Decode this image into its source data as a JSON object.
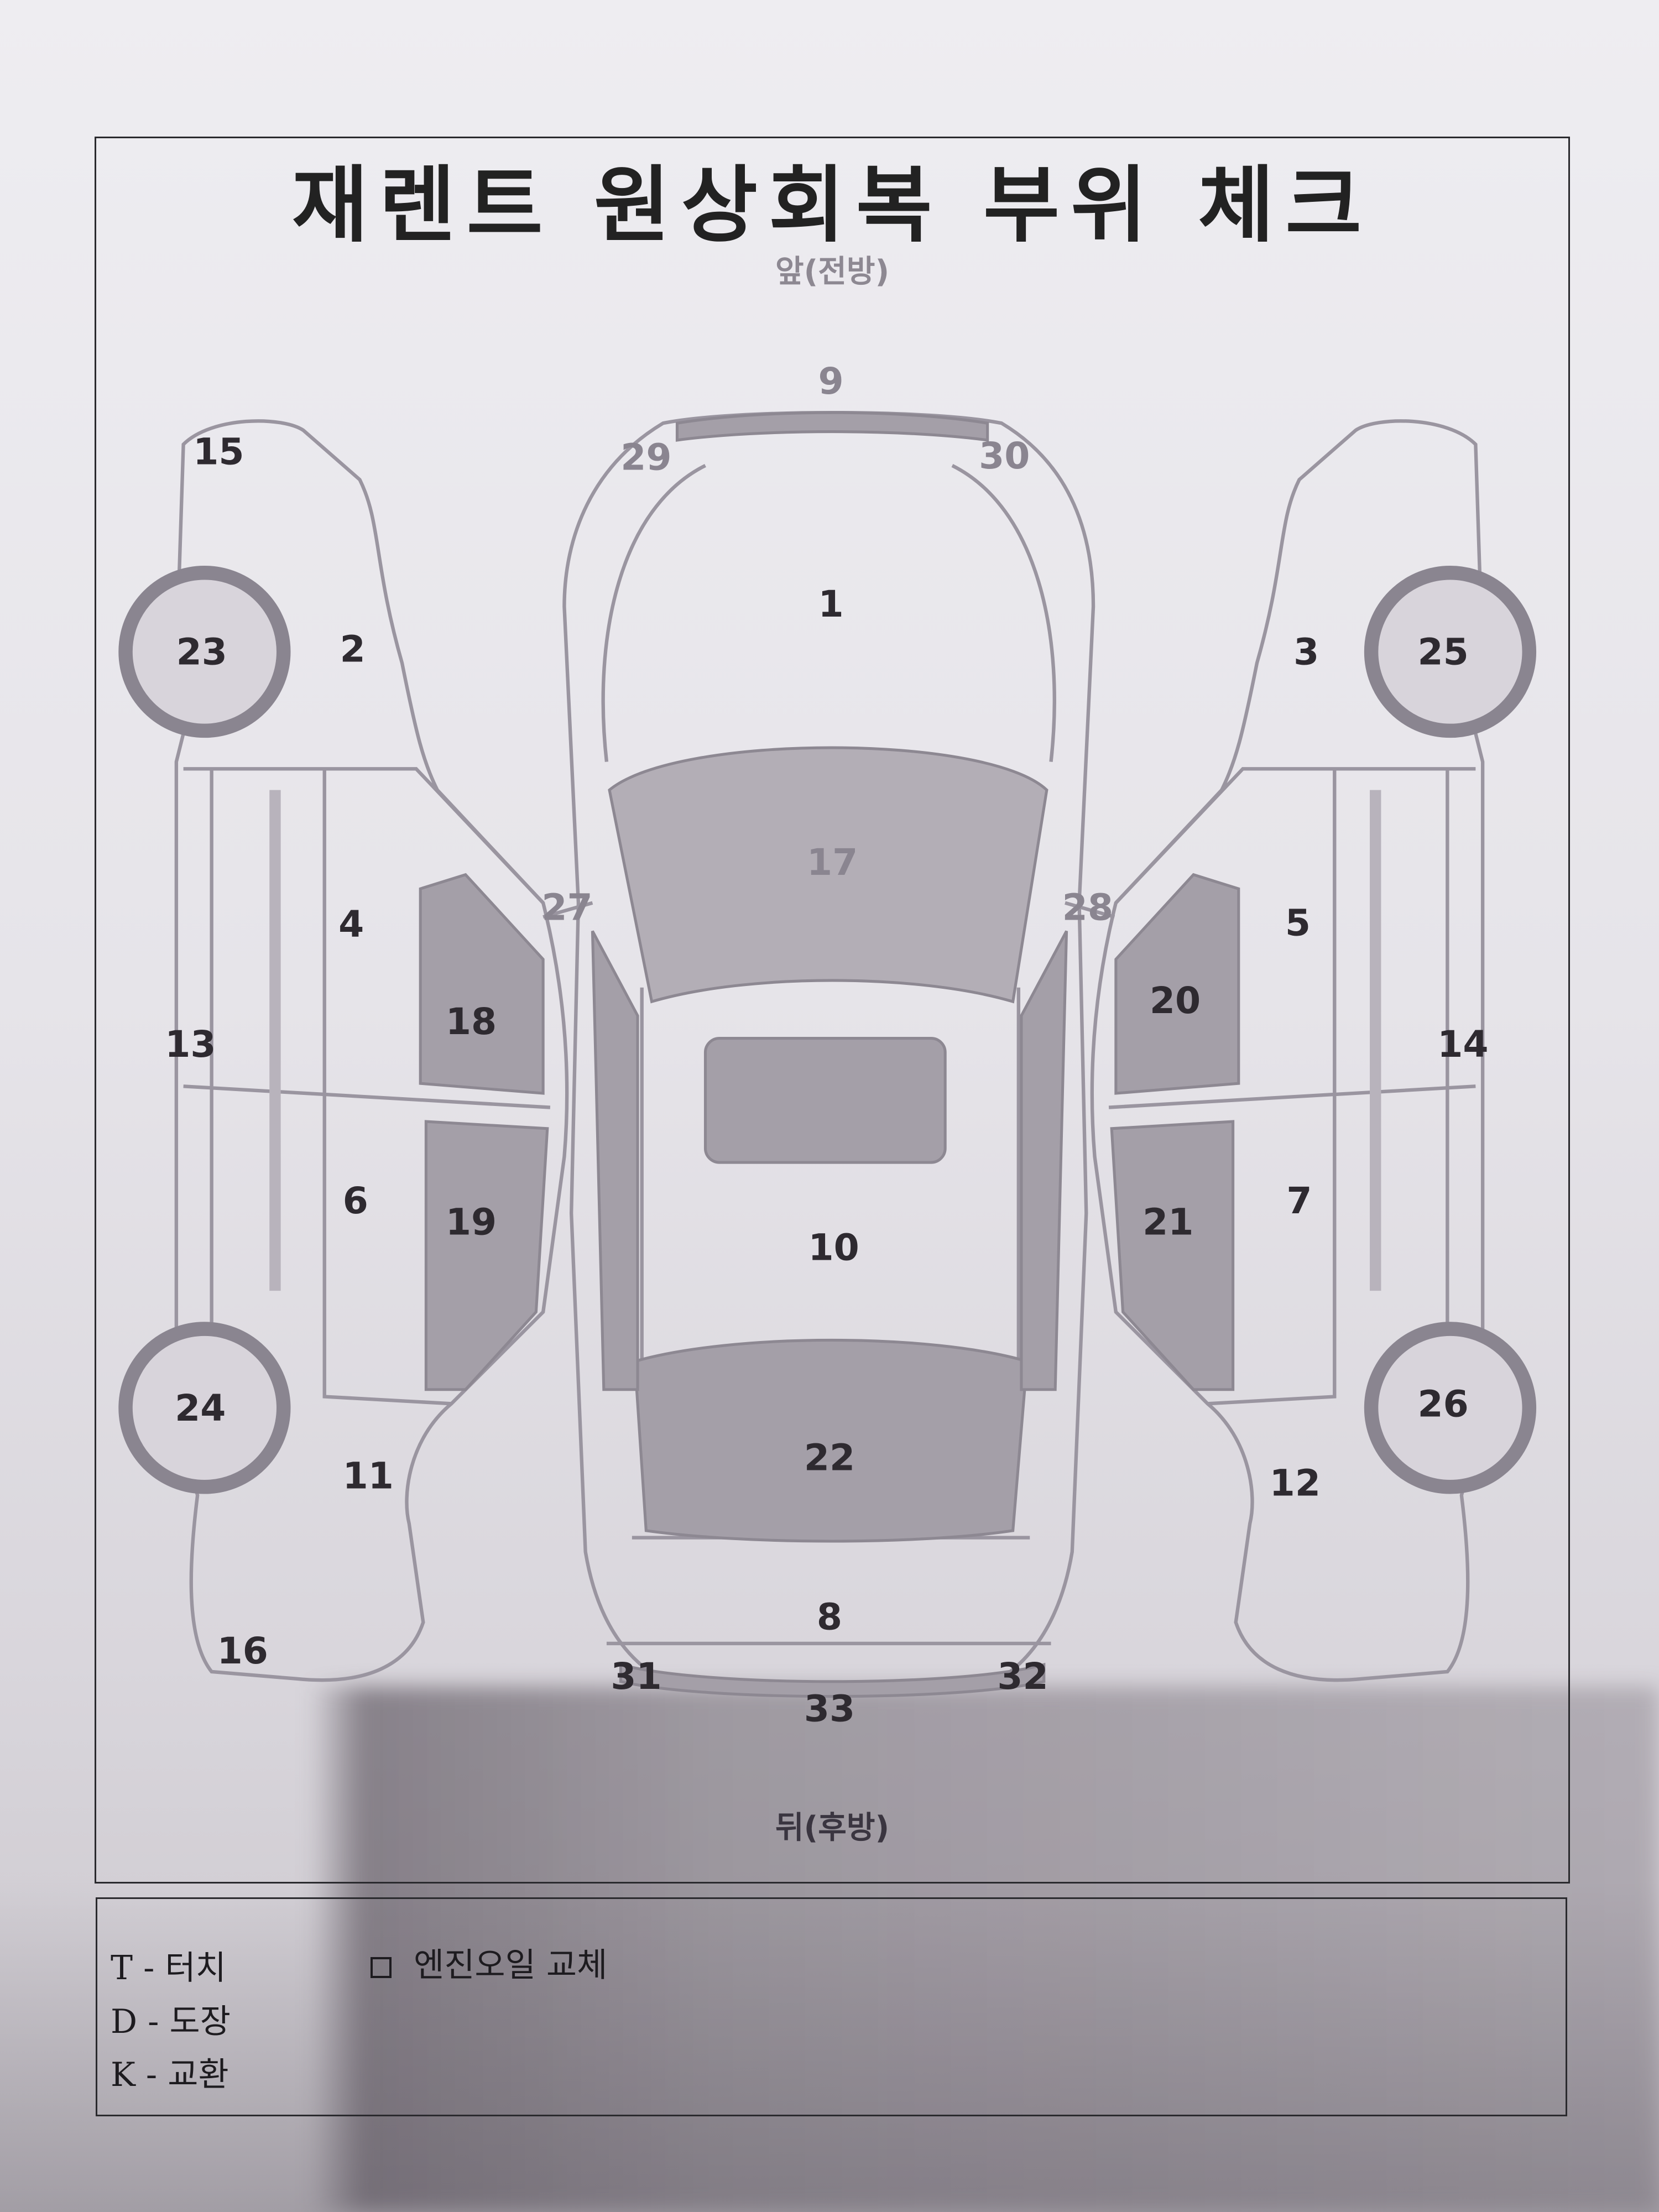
{
  "title": "재렌트 원상회복 부위 체크",
  "front_label": "앞(전방)",
  "rear_label": "뒤(후방)",
  "parts": [
    "1",
    "2",
    "3",
    "4",
    "5",
    "6",
    "7",
    "8",
    "9",
    "10",
    "11",
    "12",
    "13",
    "14",
    "15",
    "16",
    "17",
    "18",
    "19",
    "20",
    "21",
    "22",
    "23",
    "24",
    "25",
    "26",
    "27",
    "28",
    "29",
    "30",
    "31",
    "32",
    "33"
  ],
  "legend": {
    "items": [
      "T - 터치",
      "D - 도장",
      "K - 교환"
    ],
    "checkbox_label": "엔진오일 교체",
    "checkbox_checked": false
  }
}
